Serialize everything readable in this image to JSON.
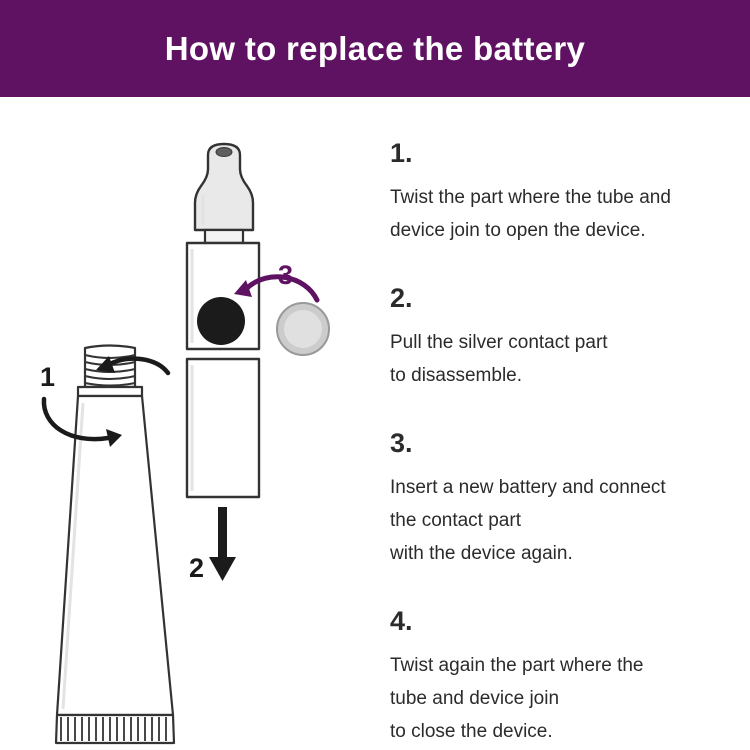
{
  "colors": {
    "accent_purple": "#5e1261",
    "text_dark": "#2b2b2b",
    "outline": "#333333",
    "ink": "#1b1b1b",
    "battery_black": "#1b1b1b",
    "contact_silver": "#cccccc"
  },
  "header": {
    "title": "How to replace the battery"
  },
  "illustration": {
    "label_1": "1",
    "label_2": "2",
    "label_3": "3"
  },
  "steps": [
    {
      "number": "1.",
      "lines": [
        "Twist the part where the tube and",
        "device join to open the device."
      ]
    },
    {
      "number": "2.",
      "lines": [
        "Pull the silver contact part",
        "to disassemble."
      ]
    },
    {
      "number": "3.",
      "lines": [
        "Insert a new battery and connect",
        "the contact part",
        "with the device again."
      ]
    },
    {
      "number": "4.",
      "lines": [
        "Twist again the part where the",
        "tube and device join",
        "to close the device."
      ]
    }
  ]
}
